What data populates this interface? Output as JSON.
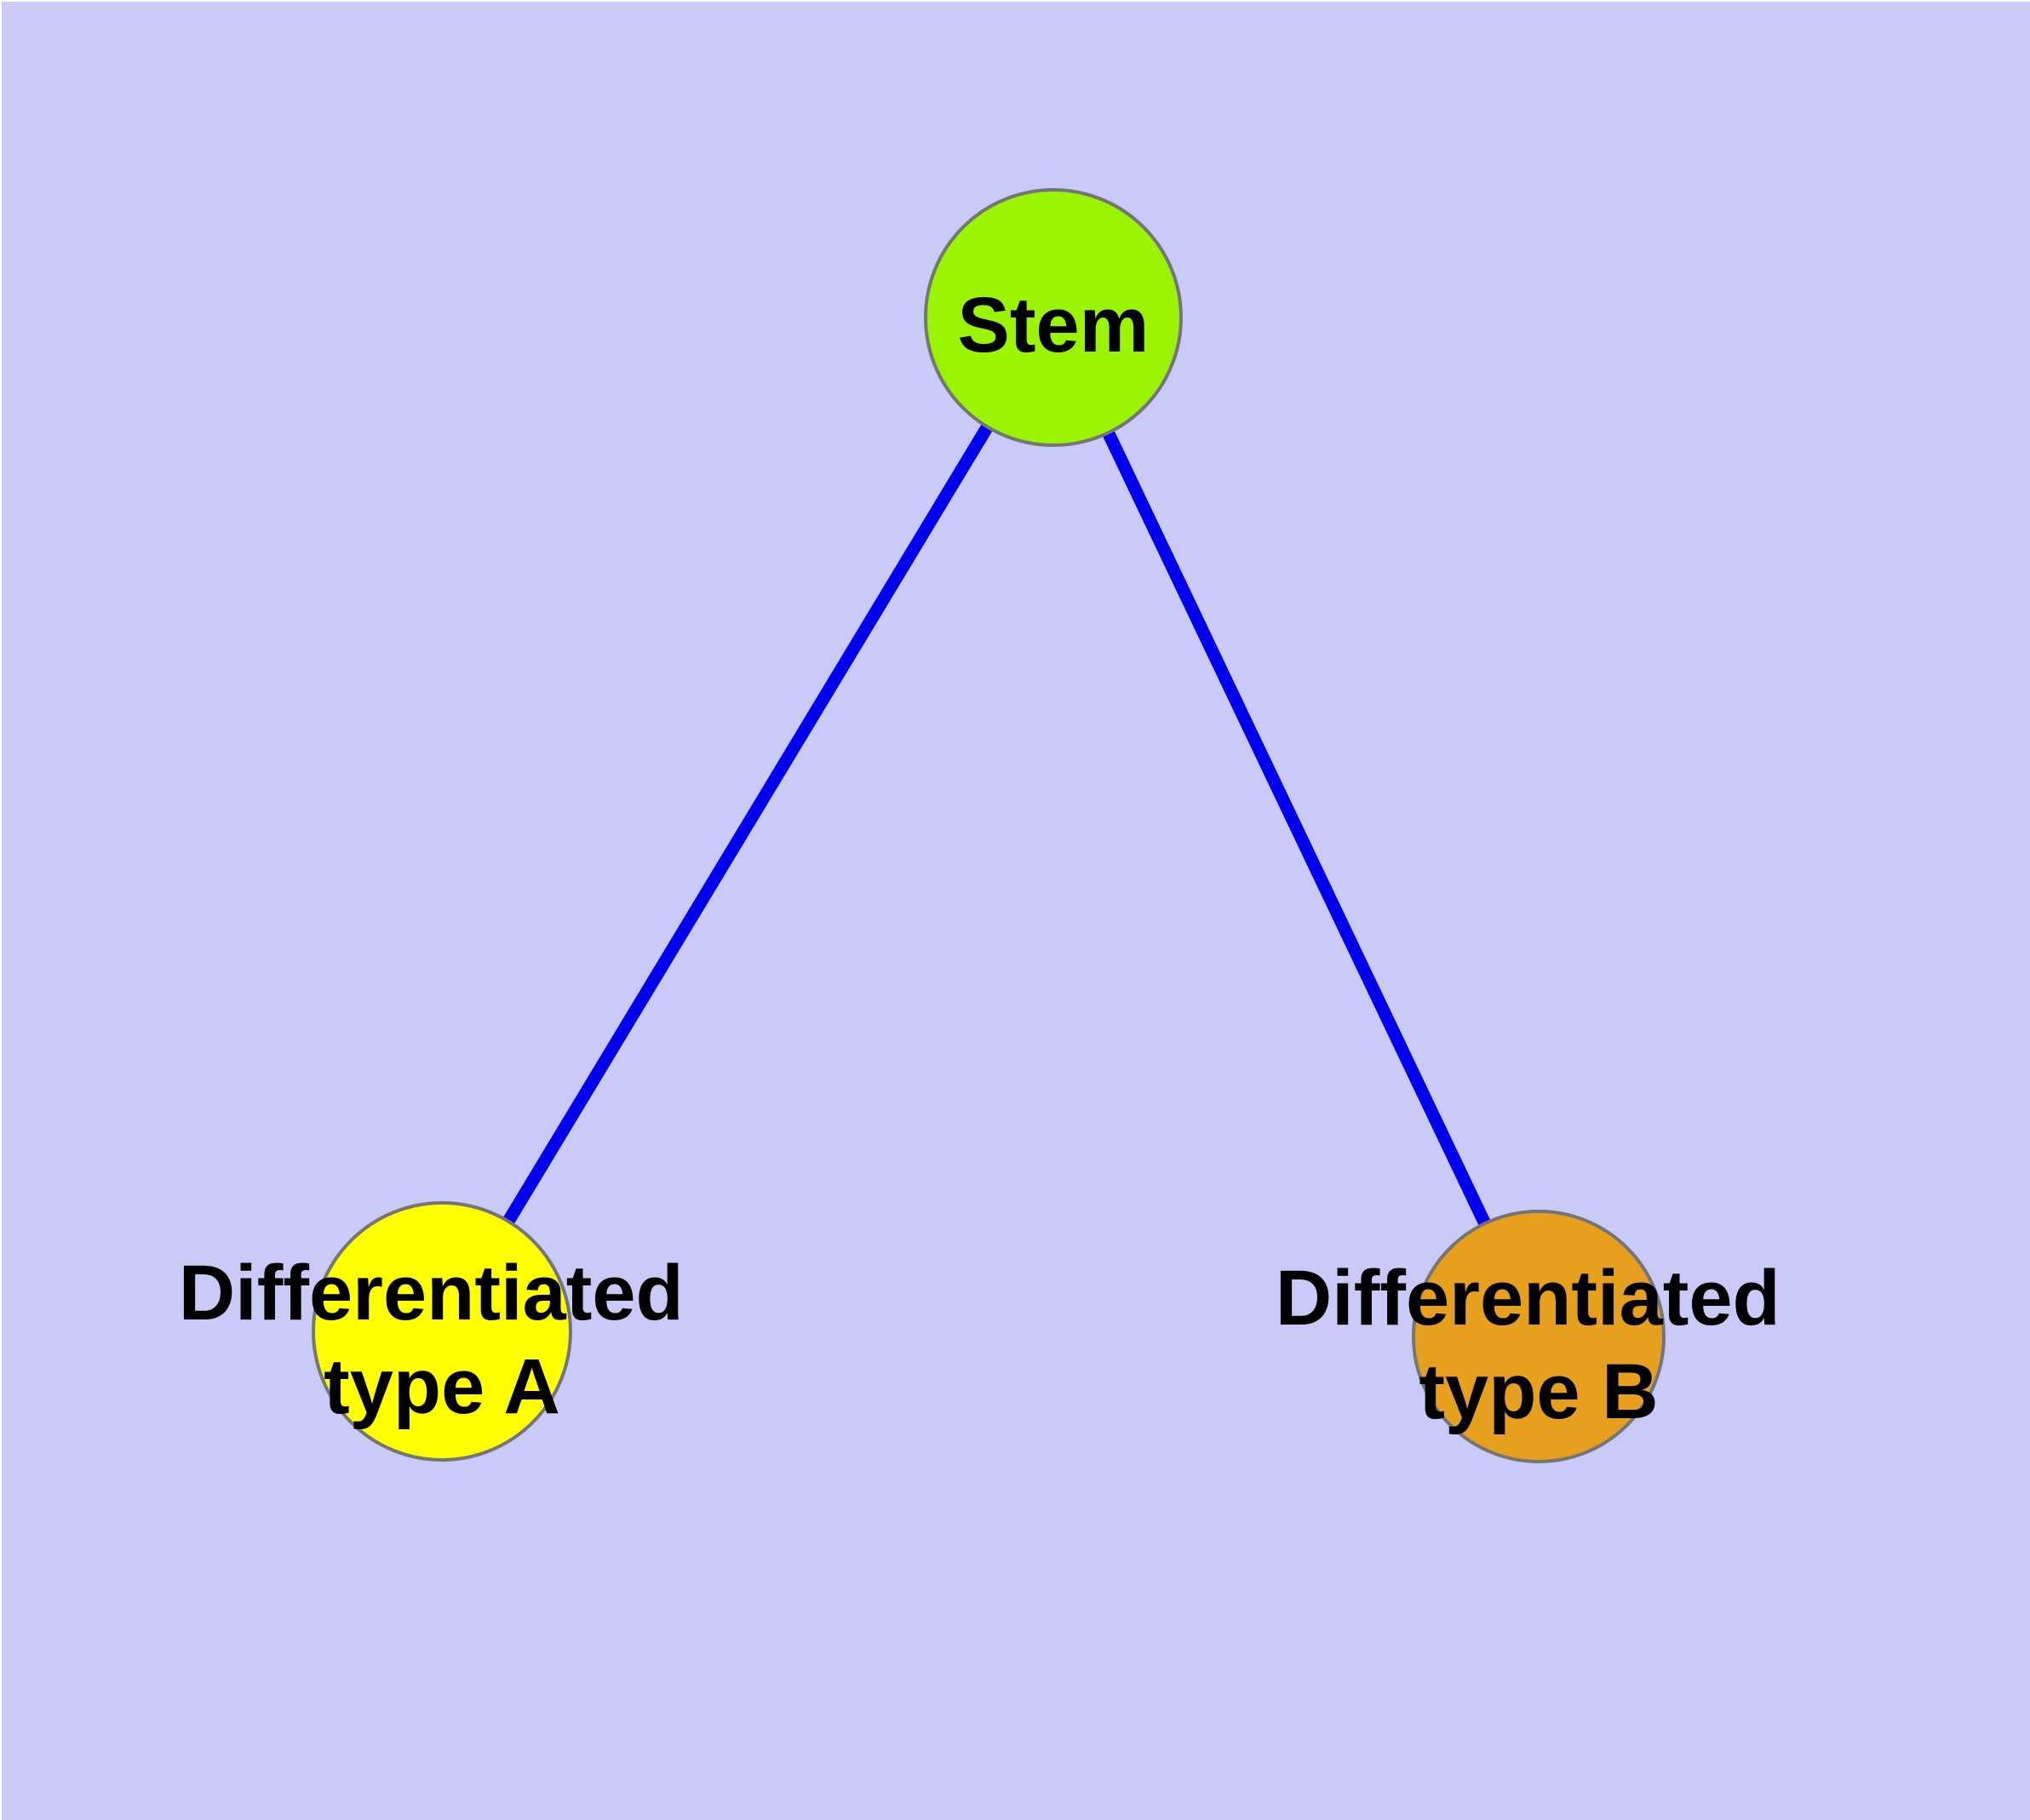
{
  "diagram": {
    "background_color": "#CACAF8",
    "edge_color": "#0000EE",
    "node_border_color": "#757575",
    "label_color": "#000000",
    "nodes": [
      {
        "id": "stem",
        "label": "Stem",
        "label_lines": [
          "Stem"
        ],
        "fill": "#9BF402"
      },
      {
        "id": "differentiated-type-a",
        "label": "Differentiated type A",
        "label_lines": [
          "Differentiated",
          "type A"
        ],
        "fill": "#FFFF00"
      },
      {
        "id": "differentiated-type-b",
        "label": "Differentiated type B",
        "label_lines": [
          "Differentiated",
          "type B"
        ],
        "fill": "#E6A01E"
      }
    ],
    "edges": [
      {
        "from": "stem",
        "to": "differentiated-type-a"
      },
      {
        "from": "stem",
        "to": "differentiated-type-b"
      }
    ]
  }
}
